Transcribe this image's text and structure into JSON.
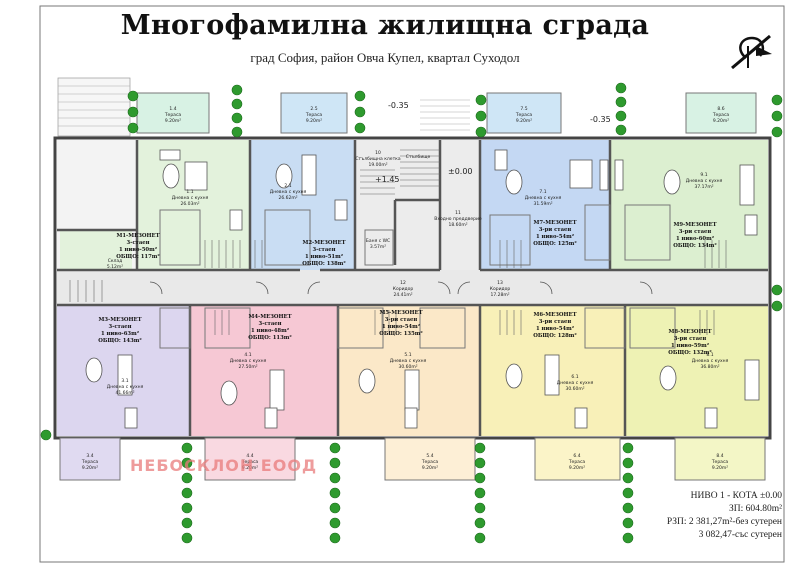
{
  "header": {
    "title": "Многофамилна жилищна сграда",
    "subtitle": "град София, район Овча Купел, квартал Суходол"
  },
  "terraces_top": [
    {
      "label": "Тераса",
      "num": "1.4",
      "area": "9.20m²"
    },
    {
      "label": "Тераса",
      "num": "2.5",
      "area": "9.20m²"
    },
    {
      "label": "Тераса",
      "num": "7.5",
      "area": "9.20m²"
    },
    {
      "label": "Тераса",
      "num": "8.6",
      "area": "9.20m²"
    }
  ],
  "terraces_bottom": [
    {
      "label": "Тераса",
      "num": "3.4",
      "area": "9.20m²"
    },
    {
      "label": "Тераса",
      "num": "4.4",
      "area": "9.20m²"
    },
    {
      "label": "Тераса",
      "num": "5.4",
      "area": "9.20m²"
    },
    {
      "label": "Тераса",
      "num": "6.4",
      "area": "9.20m²"
    },
    {
      "label": "Тераса",
      "num": "8.4",
      "area": "9.20m²"
    }
  ],
  "levels": {
    "top_left": "-0.35",
    "top_right": "-0.35",
    "stair": "+1.45",
    "entry": "±0.00"
  },
  "rooms": {
    "r1": {
      "num": "1.1",
      "name": "Дневна с кухня",
      "area": "26.03m²"
    },
    "r2": {
      "num": "2.1",
      "name": "Дневна с кухня",
      "area": "26.62m²"
    },
    "r7": {
      "num": "7.1",
      "name": "Дневна с кухня",
      "area": "31.59m²"
    },
    "r9": {
      "num": "9.1",
      "name": "Дневна с кухня",
      "area": "37.17m²"
    },
    "r3": {
      "num": "3.1",
      "name": "Дневна с кухня",
      "area": "41.66m²"
    },
    "r4": {
      "num": "4.1",
      "name": "Дневна с кухня",
      "area": "27.50m²"
    },
    "r5": {
      "num": "5.1",
      "name": "Дневна с кухня",
      "area": "30.60m²"
    },
    "r6": {
      "num": "6.1",
      "name": "Дневна с кухня",
      "area": "30.60m²"
    },
    "r8": {
      "num": "8.1",
      "name": "Дневна с кухня",
      "area": "36.80m²"
    },
    "stair": {
      "num": "10",
      "name": "Стълбищна клетка",
      "area": "19.00m²"
    },
    "entry": {
      "num": "11",
      "name": "Входно преддверие",
      "area": "18.60m²"
    },
    "corr_left": {
      "num": "12",
      "name": "Коридор",
      "area": "24.41m²"
    },
    "corr_right": {
      "num": "13",
      "name": "Коридор",
      "area": "17.28m²"
    },
    "bath": {
      "name": "Баня с WC",
      "area": "3.57m²"
    },
    "store": {
      "name": "Склад",
      "area": "5.12m²"
    },
    "lobby_label": "Стълбище"
  },
  "units": {
    "m1": {
      "title": "М1-МЕЗОНЕТ",
      "floors": "3-стаен",
      "net": "1 ниво-50m²",
      "total": "ОБЩО: 117m²"
    },
    "m2": {
      "title": "М2-МЕЗОНЕТ",
      "floors": "3-стаен",
      "net": "1 ниво-51m²",
      "total": "ОБЩО: 138m²"
    },
    "m7": {
      "title": "М7-МЕЗОНЕТ",
      "floors": "3-ри стаен",
      "net": "1 ниво-54m²",
      "total": "ОБЩО: 125m²"
    },
    "m9": {
      "title": "М9-МЕЗОНЕТ",
      "floors": "3-ри стаен",
      "net": "1 ниво-60m²",
      "total": "ОБЩО: 134m²"
    },
    "m3": {
      "title": "М3-МЕЗОНЕТ",
      "floors": "3-стаен",
      "net": "1 ниво-63m²",
      "total": "ОБЩО: 143m²"
    },
    "m4": {
      "title": "М4-МЕЗОНЕТ",
      "floors": "3-стаен",
      "net": "1 ниво-48m²",
      "total": "ОБЩО: 113m²"
    },
    "m5": {
      "title": "М5-МЕЗОНЕТ",
      "floors": "3-ри стаен",
      "net": "1 ниво-54m²",
      "total": "ОБЩО: 135m²"
    },
    "m6": {
      "title": "М6-МЕЗОНЕТ",
      "floors": "3-ри стаен",
      "net": "1 ниво-54m²",
      "total": "ОБЩО: 128m²"
    },
    "m8": {
      "title": "М8-МЕЗОНЕТ",
      "floors": "3-ри стаен",
      "net": "1 ниво-59m²",
      "total": "ОБЩО: 132m²"
    }
  },
  "info": {
    "level": "НИВО 1 - КОТА ±0.00",
    "zp": "ЗП: 604.80m²",
    "rzp_without": "РЗП: 2 381,27m²-без сутерен",
    "rzp_with": "3 082,47-със сутерен"
  },
  "watermark": "НЕБОСКЛОН ЕООД",
  "colors": {
    "m1": "#e3f2dc",
    "m2": "#c9ddf3",
    "m7": "#c4d8f3",
    "m9": "#dcefd0",
    "m3": "#dcd6ef",
    "m4": "#f6c8d4",
    "m5": "#fbe8c8",
    "m6": "#f8f0b8",
    "m8": "#eef2b4",
    "core": "#ececec",
    "wall": "#555555",
    "tree": "#2e9a2e"
  }
}
